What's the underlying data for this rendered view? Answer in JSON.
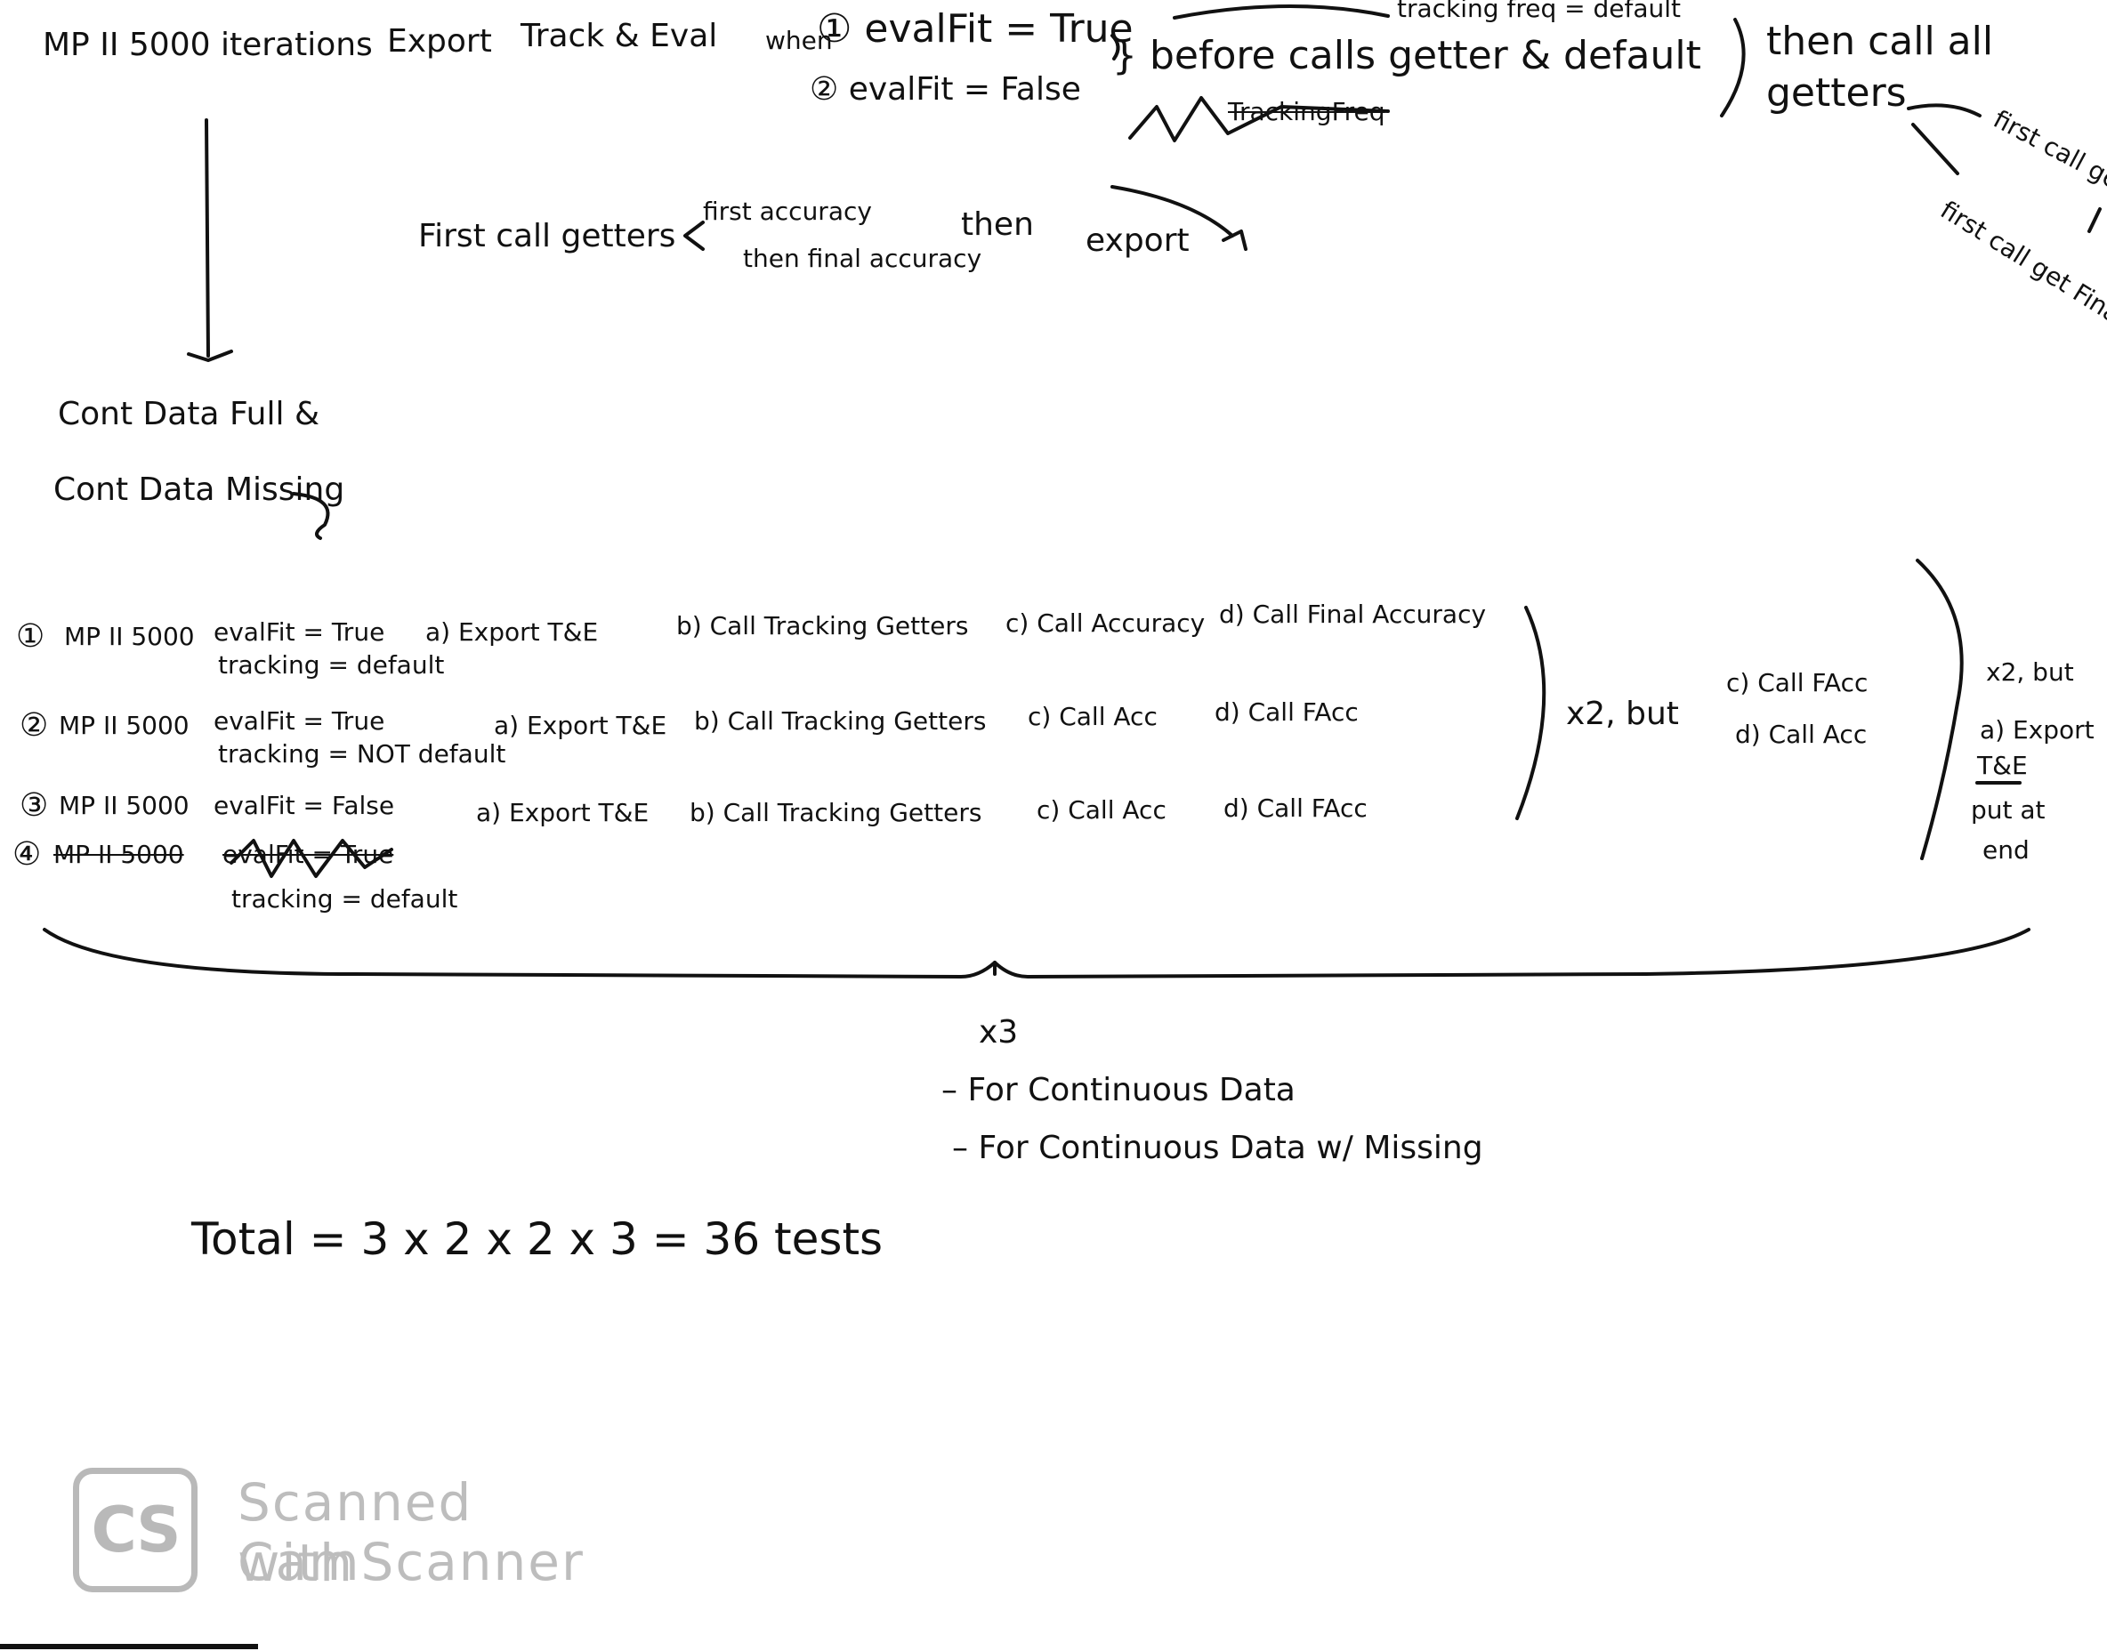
{
  "top": {
    "title": "MP II 5000 iterations",
    "export": "Export",
    "track_eval": "Track & Eval",
    "when": "when",
    "cond1": "① evalFit = True",
    "cond2": "② evalFit = False",
    "tracking_freq": "tracking freq = default",
    "before_calls": "} before calls getter & default",
    "tracking_freq_struck": "TrackingFreq",
    "then_call_all": "then call all",
    "getters": "getters",
    "first_call_get_accuracy": "first call get Accuracy",
    "first_call_get_final_accuracy": "first call get Final Accuracy"
  },
  "middle": {
    "first_call_getters": "First call getters",
    "first_accuracy": "first accuracy",
    "then_final_accuracy": "then final accuracy",
    "then": "then",
    "export": "export"
  },
  "data_types": {
    "full": "Cont Data Full &",
    "missing": "Cont Data Missing"
  },
  "tests": [
    {
      "num": "①",
      "model": "MP II 5000",
      "eval": "evalFit = True",
      "tracking": "tracking = default",
      "a": "a) Export T&E",
      "b": "b) Call Tracking Getters",
      "c": "c) Call Accuracy",
      "d": "d) Call Final Accuracy"
    },
    {
      "num": "②",
      "model": "MP II 5000",
      "eval": "evalFit = True",
      "tracking": "tracking = NOT default",
      "a": "a) Export T&E",
      "b": "b) Call Tracking Getters",
      "c": "c) Call Acc",
      "d": "d) Call FAcc"
    },
    {
      "num": "③",
      "model": "MP II 5000",
      "eval": "evalFit = False",
      "tracking": "",
      "a": "a) Export T&E",
      "b": "b) Call Tracking Getters",
      "c": "c) Call Acc",
      "d": "d) Call FAcc"
    },
    {
      "num": "④",
      "model": "MP II 5000",
      "eval": "evalFit = True",
      "tracking": "tracking = default",
      "a": "",
      "b": "",
      "c": "",
      "d": ""
    }
  ],
  "variants": {
    "x2_but": "x2, but",
    "c": "c) Call FAcc",
    "d": "d) Call Acc",
    "x2_but_right": "x2, but",
    "a_export": "a) Export",
    "te": "T&E",
    "put_at": "put at",
    "end": "end"
  },
  "multiplier": {
    "x3": "x3",
    "for_cont": "– For Continuous Data",
    "for_cont_missing": "– For Continuous Data w/ Missing"
  },
  "total": "Total = 3 x 2 x 2 x 3 = 36 tests",
  "watermark": {
    "badge": "CS",
    "line1": "Scanned with",
    "line2": "CamScanner"
  }
}
